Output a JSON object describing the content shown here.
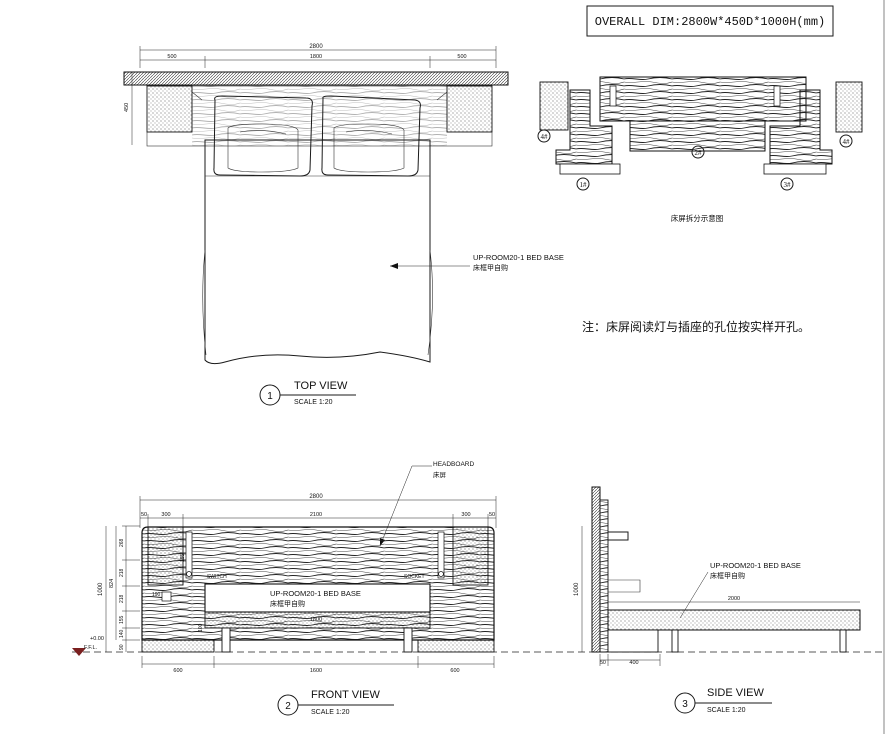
{
  "overall_dim": "OVERALL DIM:2800W*450D*1000H(mm)",
  "note": "注：床屏阅读灯与插座的孔位按实样开孔。",
  "top_view": {
    "dims": {
      "total": "2800",
      "left": "500",
      "middle": "1800",
      "right": "500",
      "depth": "450"
    },
    "bed_label_en": "UP-ROOM20-1 BED BASE",
    "bed_label_cn": "床框甲自购",
    "title": {
      "number": "1",
      "name": "TOP VIEW",
      "scale": "SCALE  1:20"
    }
  },
  "exploded": {
    "caption": "床屏拆分示意图",
    "parts": [
      "4#",
      "1#",
      "2#",
      "3#",
      "4#"
    ]
  },
  "front_view": {
    "callout_en": "HEADBOARD",
    "callout_cn": "床屏",
    "top_dims": {
      "total": "2800",
      "a": "50",
      "b": "300",
      "c": "2100",
      "d": "300",
      "e": "50"
    },
    "height_dims": {
      "total": "1000",
      "sub": "824",
      "h1": "268",
      "h2": "218",
      "h3": "218",
      "h4": "155",
      "h5": "140",
      "h6": "90"
    },
    "inner_dims": {
      "side": "155",
      "gap": "190",
      "leg": "100"
    },
    "switch_label": "SWITCH",
    "socket_label": "SOCKET",
    "bed_label_en": "UP-ROOM20-1 BED BASE",
    "bed_label_cn": "床框甲自购",
    "bed_width": "1800",
    "bottom_dims": {
      "left": "600",
      "middle": "1600",
      "right": "600"
    },
    "level": "+0.00",
    "ffl": "F.F.L.",
    "title": {
      "number": "2",
      "name": "FRONT  VIEW",
      "scale": "SCALE  1:20"
    }
  },
  "side_view": {
    "height": "1000",
    "length": "2000",
    "bed_label_en": "UP-ROOM20-1 BED BASE",
    "bed_label_cn": "床框甲自购",
    "bottom_dims": {
      "a": "50",
      "b": "400"
    },
    "title": {
      "number": "3",
      "name": "SIDE VIEW",
      "scale": "SCALE  1:20"
    }
  }
}
